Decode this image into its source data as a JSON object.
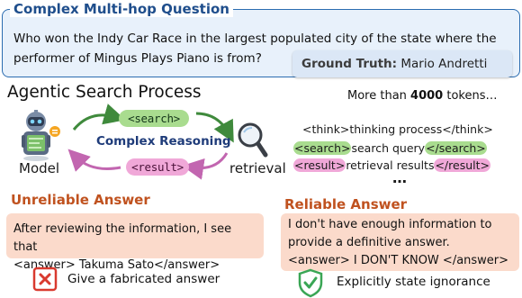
{
  "question": {
    "title": "Complex Multi-hop Question",
    "text": "Who won the Indy Car Race in the largest populated city of the state where the performer of Mingus Plays Piano is from?",
    "ground_truth_label": "Ground Truth:",
    "ground_truth_value": "Mario Andretti"
  },
  "process": {
    "title": "Agentic Search Process",
    "tokens_prefix": "More than ",
    "tokens_count": "4000",
    "tokens_suffix": " tokens…",
    "model_label": "Model",
    "retrieval_label": "retrieval",
    "search_pill": "<search>",
    "result_pill": "<result>",
    "reasoning_label": "Complex Reasoning"
  },
  "trace": {
    "think_line": "<think>thinking process</think>",
    "search_open": "<search>",
    "search_text": "search query",
    "search_close": "</search>",
    "result_open": "<result>",
    "result_text": "retrieval results",
    "result_close": "</result>",
    "ellipsis": "…"
  },
  "answers": {
    "unreliable_title": "Unreliable Answer",
    "unreliable_text_1": "After reviewing the information, I see that",
    "unreliable_text_2": "<answer> Takuma Sato</answer>",
    "unreliable_verdict": "Give a fabricated answer",
    "reliable_title": "Reliable Answer",
    "reliable_text_1": "I don't have enough information to",
    "reliable_text_2": "provide a definitive answer.",
    "reliable_text_3": "<answer> I DON'T KNOW </answer>",
    "reliable_verdict": "Explicitly state ignorance"
  },
  "colors": {
    "question_border": "#2b6cb0",
    "search_green": "#a9dc8f",
    "result_pink": "#f0a8d8",
    "answer_title_orange": "#c0521f",
    "answer_box": "#fbdacb",
    "cross_red": "#d93a2f",
    "check_green": "#3aa655"
  },
  "icons": [
    "robot-model-icon",
    "magnifier-retrieval-icon",
    "cross-box-icon",
    "check-shield-icon"
  ]
}
